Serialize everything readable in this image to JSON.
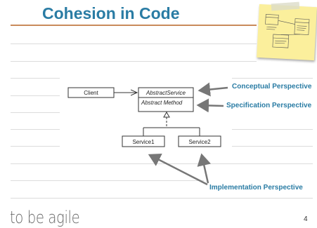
{
  "slide": {
    "title": "Cohesion in Code",
    "brand": "to be agile",
    "page_number": "4"
  },
  "diagram": {
    "client_label": "Client",
    "abstract_service_label": "AbstractService",
    "abstract_method_label": "Abstract Method",
    "service1_label": "Service1",
    "service2_label": "Service2",
    "conceptual_label": "Conceptual Perspective",
    "specification_label": "Specification Perspective",
    "implementation_label": "Implementation Perspective"
  },
  "colors": {
    "title": "#2a7ca4",
    "annotation": "#2a7ca4",
    "arrow": "#777777"
  }
}
